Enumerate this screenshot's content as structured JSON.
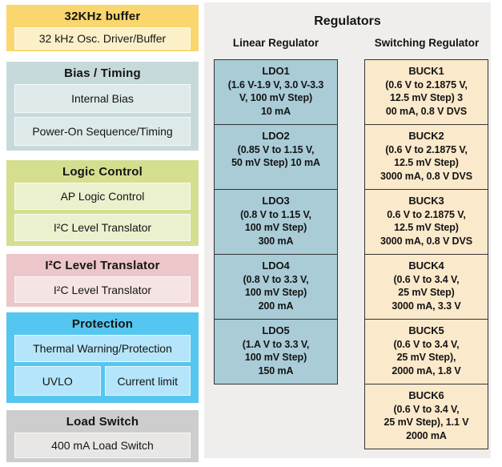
{
  "palette": {
    "page_bg": "#FFFFFF",
    "panel_bg": "#EFEEEC",
    "text": "#141414",
    "box_border": "#333333",
    "ldo_fill": "#A9CCD7",
    "buck_fill": "#FBE9CB",
    "block_32khz": "#F9D66E",
    "block_32khz_item": "#FCF0C8",
    "block_bias": "#C7DADB",
    "block_bias_item": "#DEEAEA",
    "block_logic": "#D5DE8F",
    "block_logic_item": "#EBF1CF",
    "block_i2c": "#ECC6C9",
    "block_i2c_item": "#F6E3E4",
    "block_protection": "#55C6F0",
    "block_protection_item": "#B5E5FA",
    "block_load": "#CDCDCD",
    "block_load_item": "#E8E7E5"
  },
  "left_blocks": [
    {
      "title": "32KHz buffer",
      "items": [
        "32 kHz Osc. Driver/Buffer"
      ]
    },
    {
      "title": "Bias / Timing",
      "items": [
        "Internal Bias",
        "Power-On Sequence/Timing"
      ]
    },
    {
      "title": "Logic Control",
      "items": [
        "AP Logic Control",
        "I²C Level Translator"
      ]
    },
    {
      "title": "I²C Level Translator",
      "items": [
        "I²C Level Translator"
      ]
    },
    {
      "title": "Protection",
      "items": [
        "Thermal Warning/Protection"
      ],
      "split_items": [
        "UVLO",
        "Current limit"
      ]
    },
    {
      "title": "Load Switch",
      "items": [
        "400 mA Load Switch"
      ]
    }
  ],
  "regulators": {
    "title": "Regulators",
    "linear": {
      "header": "Linear Regulator",
      "items": [
        {
          "name": "LDO1",
          "lines": [
            "(1.6 V-1.9 V, 3.0 V-3.3",
            "V, 100 mV Step)",
            "10 mA"
          ]
        },
        {
          "name": "LDO2",
          "lines": [
            "(0.85 V to 1.15 V,",
            "50 mV Step) 10 mA"
          ]
        },
        {
          "name": "LDO3",
          "lines": [
            "(0.8 V to 1.15 V,",
            "100 mV Step)",
            "300 mA"
          ]
        },
        {
          "name": "LDO4",
          "lines": [
            "(0.8 V to 3.3 V,",
            "100 mV Step)",
            "200 mA"
          ]
        },
        {
          "name": "LDO5",
          "lines": [
            "(1.A V to 3.3 V,",
            "100 mV Step)",
            "150 mA"
          ]
        }
      ]
    },
    "switching": {
      "header": "Switching Regulator",
      "items": [
        {
          "name": "BUCK1",
          "lines": [
            "(0.6 V to 2.1875 V,",
            "12.5 mV Step) 3",
            "00 mA, 0.8 V DVS"
          ]
        },
        {
          "name": "BUCK2",
          "lines": [
            "(0.6 V to 2.1875 V,",
            "12.5 mV Step)",
            "3000 mA, 0.8 V DVS"
          ]
        },
        {
          "name": "BUCK3",
          "lines": [
            "0.6 V to 2.1875 V,",
            "12.5 mV Step)",
            "3000 mA, 0.8 V DVS"
          ]
        },
        {
          "name": "BUCK4",
          "lines": [
            "(0.6 V to 3.4 V,",
            "25 mV Step)",
            "3000 mA, 3.3 V"
          ]
        },
        {
          "name": "BUCK5",
          "lines": [
            "(0.6 V to 3.4 V,",
            "25 mV Step),",
            "2000 mA, 1.8 V"
          ]
        },
        {
          "name": "BUCK6",
          "lines": [
            "(0.6 V to 3.4 V,",
            "25 mV Step), 1.1 V",
            "2000 mA"
          ]
        }
      ]
    }
  }
}
